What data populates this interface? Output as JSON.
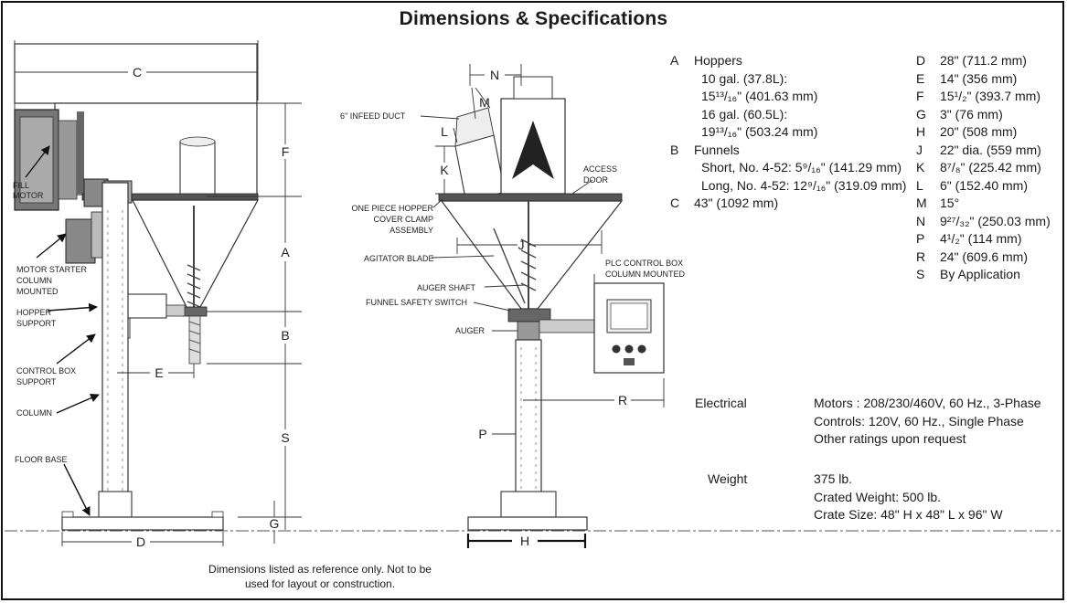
{
  "title": "Dimensions & Specifications",
  "diagram_labels": {
    "fill_motor": [
      "FILL",
      "MOTOR"
    ],
    "motor_starter": [
      "MOTOR STARTER",
      "COLUMN",
      "MOUNTED"
    ],
    "hopper_support": [
      "HOPPER",
      "SUPPORT"
    ],
    "control_box_support": [
      "CONTROL BOX",
      "SUPPORT"
    ],
    "column": "COLUMN",
    "floor_base": "FLOOR BASE",
    "infeed_duct": "6\" INFEED DUCT",
    "hopper_cover": [
      "ONE PIECE HOPPER",
      "COVER CLAMP",
      "ASSEMBLY"
    ],
    "agitator_blade": "AGITATOR BLADE",
    "auger_shaft": "AUGER SHAFT",
    "funnel_safety_switch": "FUNNEL SAFETY SWITCH",
    "auger": "AUGER",
    "access_door": [
      "ACCESS",
      "DOOR"
    ],
    "plc_box": [
      "PLC CONTROL BOX",
      "COLUMN MOUNTED"
    ]
  },
  "dimension_letters": {
    "C": "C",
    "F": "F",
    "A": "A",
    "B": "B",
    "E": "E",
    "S": "S",
    "G": "G",
    "D": "D",
    "N": "N",
    "M": "M",
    "L": "L",
    "K": "K",
    "J": "J",
    "P": "P",
    "H": "H",
    "R": "R"
  },
  "specs_left": [
    {
      "key": "A",
      "value": "Hoppers"
    },
    {
      "key": "",
      "value": "10 gal. (37.8L):"
    },
    {
      "key": "",
      "value": "15¹³/₁₆\" (401.63 mm)"
    },
    {
      "key": "",
      "value": "16 gal. (60.5L):"
    },
    {
      "key": "",
      "value": "19¹³/₁₆\" (503.24 mm)"
    },
    {
      "key": "B",
      "value": "Funnels"
    },
    {
      "key": "",
      "value": "Short, No. 4-52: 5⁹/₁₆\" (141.29 mm)"
    },
    {
      "key": "",
      "value": "Long, No. 4-52: 12⁹/₁₆\" (319.09 mm)"
    },
    {
      "key": "C",
      "value": "43\" (1092 mm)"
    }
  ],
  "specs_right": [
    {
      "key": "D",
      "value": "28\" (711.2 mm)"
    },
    {
      "key": "E",
      "value": "14\" (356 mm)"
    },
    {
      "key": "F",
      "value": "15¹/₂\" (393.7 mm)"
    },
    {
      "key": "G",
      "value": "3\" (76 mm)"
    },
    {
      "key": "H",
      "value": "20\" (508 mm)"
    },
    {
      "key": "J",
      "value": "22\" dia. (559 mm)"
    },
    {
      "key": "K",
      "value": "8⁷/₈\" (225.42 mm)"
    },
    {
      "key": "L",
      "value": "6\" (152.40 mm)"
    },
    {
      "key": "M",
      "value": "15°"
    },
    {
      "key": "N",
      "value": "9²⁷/₃₂\" (250.03 mm)"
    },
    {
      "key": "P",
      "value": "4¹/₂\" (114 mm)"
    },
    {
      "key": "R",
      "value": "24\" (609.6 mm)"
    },
    {
      "key": "S",
      "value": "By Application"
    }
  ],
  "electrical": {
    "label": "Electrical",
    "lines": [
      "Motors : 208/230/460V, 60 Hz., 3-Phase",
      "Controls: 120V, 60 Hz., Single Phase",
      "Other ratings upon request"
    ]
  },
  "weight": {
    "label": "Weight",
    "lines": [
      "375 lb.",
      "Crated Weight: 500 lb.",
      "Crate Size: 48\" H x 48\" L x 96\" W"
    ]
  },
  "footnote": [
    "Dimensions listed as reference only. Not to be",
    "used for layout or construction."
  ]
}
